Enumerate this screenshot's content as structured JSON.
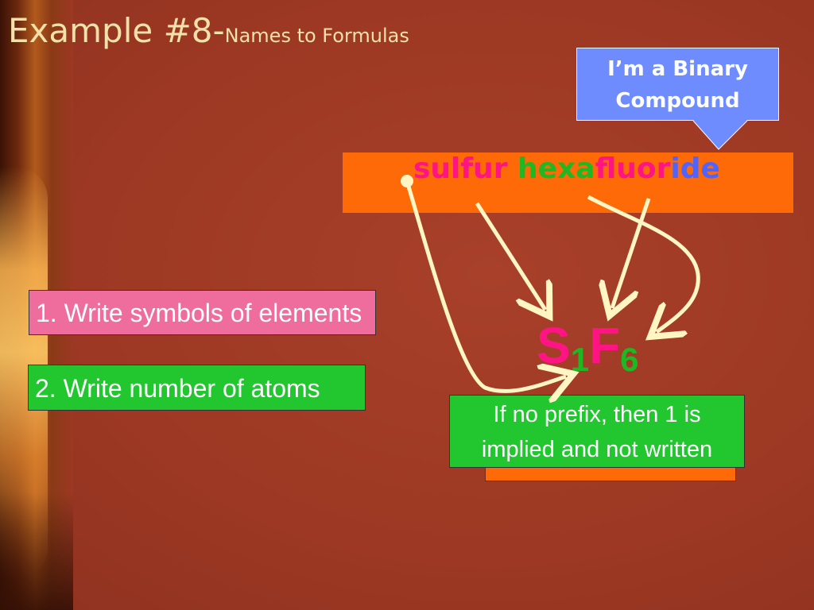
{
  "slide": {
    "title_main": "Example #8-",
    "title_sub": "Names to Formulas",
    "callout": {
      "line1": "I’m a Binary",
      "line2": "Compound"
    },
    "compound_name": {
      "part1": "sulfur",
      "part2": "hexa",
      "part3": "fluor",
      "part4": "ide"
    },
    "steps": [
      "1. Write symbols of elements",
      "2. Write number of atoms"
    ],
    "formula": {
      "el1": "S",
      "sub1": "1",
      "el2": "F",
      "sub2": "6"
    },
    "note": {
      "line1": "If no prefix, then 1 is",
      "line2": "implied and not written"
    },
    "colors": {
      "background": "#a23a24",
      "title": "#f2e1a8",
      "name_bar": "#ff6a08",
      "pink": "#ff1483",
      "green": "#1fb822",
      "blue": "#4f63ff",
      "callout_bg": "#6f8cff",
      "step1_bg": "#ef6d9c",
      "step2_bg": "#22c62f",
      "arrow": "#fff6c4"
    }
  }
}
